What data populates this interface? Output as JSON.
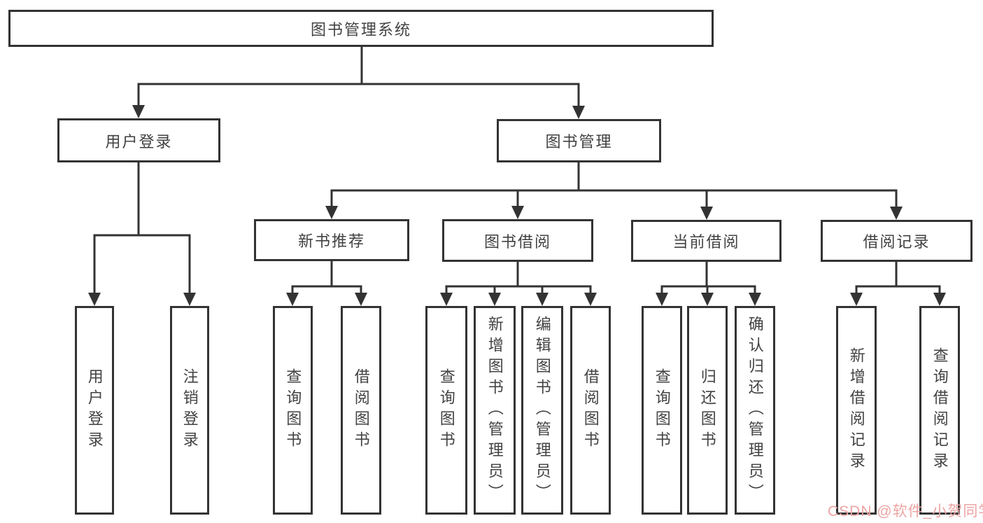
{
  "diagram": {
    "root": {
      "label": "图书管理系统"
    },
    "branches": [
      {
        "label": "用户登录",
        "children": [
          {
            "label": "用户登录"
          },
          {
            "label": "注销登录"
          }
        ]
      },
      {
        "label": "图书管理",
        "children": [
          {
            "label": "新书推荐",
            "children": [
              {
                "label": "查询图书"
              },
              {
                "label": "借阅图书"
              }
            ]
          },
          {
            "label": "图书借阅",
            "children": [
              {
                "label": "查询图书"
              },
              {
                "label": "新增图书（管理员）"
              },
              {
                "label": "编辑图书（管理员）"
              },
              {
                "label": "借阅图书"
              }
            ]
          },
          {
            "label": "当前借阅",
            "children": [
              {
                "label": "查询图书"
              },
              {
                "label": "归还图书"
              },
              {
                "label": "确认归还（管理员）"
              }
            ]
          },
          {
            "label": "借阅记录",
            "children": [
              {
                "label": "新增借阅记录"
              },
              {
                "label": "查询借阅记录"
              }
            ]
          }
        ]
      }
    ]
  },
  "watermark": {
    "text": "CSDN @软件_小贺同学",
    "color": "#eda4a4"
  },
  "colors": {
    "line": "#333333",
    "box_border": "#333333",
    "box_background": "#ffffff",
    "text": "#424242",
    "page_background": "#ffffff"
  }
}
